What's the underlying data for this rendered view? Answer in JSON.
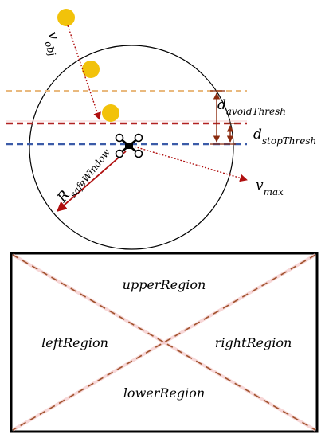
{
  "top_diagram": {
    "labels": {
      "v_obj": {
        "base": "v",
        "sub": "obj"
      },
      "d_avoid": {
        "base": "d",
        "sub": "avoidThresh"
      },
      "d_stop": {
        "base": "d",
        "sub": "stopThresh"
      },
      "r_safe": {
        "base": "R",
        "sub": "safeWindow"
      },
      "v_max": {
        "base": "v",
        "sub": "max"
      }
    },
    "colors": {
      "obstacle": "#f2c20a",
      "avoid_line": "#e9b97e",
      "stop_line": "#b22222",
      "drone_line": "#3b5ba8",
      "arrow": "#b01010",
      "measure": "#8b2a0e"
    },
    "icons": [
      "obstacle-dot",
      "quadcopter-icon"
    ]
  },
  "bottom_diagram": {
    "regions": {
      "upper": "upperRegion",
      "left": "leftRegion",
      "right": "rightRegion",
      "lower": "lowerRegion"
    },
    "colors": {
      "diagonal": "#a0522d",
      "border": "#000000"
    }
  }
}
